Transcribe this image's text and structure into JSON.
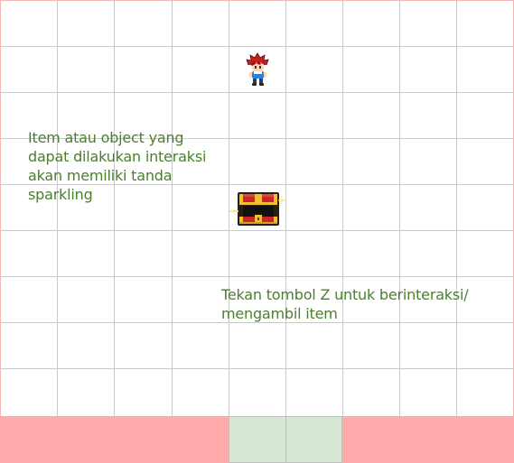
{
  "hints": {
    "interact_sparkle": "Item atau object yang\ndapat dilakukan interaksi\nakan memiliki tanda\nsparkling",
    "press_z": "Tekan tombol Z untuk berinteraksi/\nmengambil item"
  },
  "colors": {
    "background": "#ffffff",
    "grid_line": "#c9c9c9",
    "hint_text": "#4a7f2c",
    "danger_floor": "#ffabab",
    "safe_floor": "#d6e8d4",
    "border": "#f3b7b7"
  },
  "sprites": {
    "player": "red-haired-hero-sprite",
    "chest": "sparkling-treasure-chest-sprite"
  }
}
